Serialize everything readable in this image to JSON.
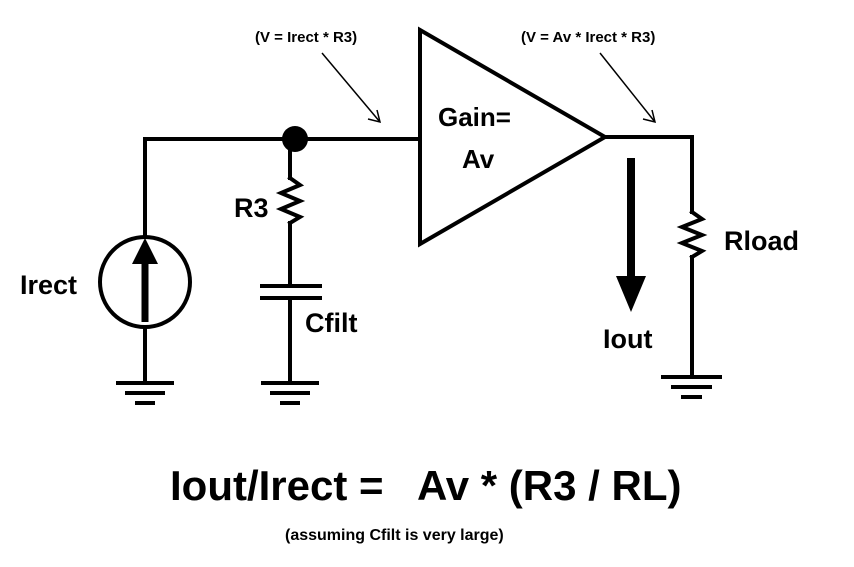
{
  "labels": {
    "source": "Irect",
    "r3": "R3",
    "cfilt": "Cfilt",
    "gain_line1": "Gain=",
    "gain_line2": "Av",
    "rload": "Rload",
    "iout": "Iout",
    "input_voltage_note": "(V = Irect * R3)",
    "output_voltage_note": "(V = Av * Irect * R3)"
  },
  "equation": {
    "text": "Iout/Irect =   Av * (R3 / RL)",
    "assumption": "(assuming Cfilt is very large)"
  }
}
